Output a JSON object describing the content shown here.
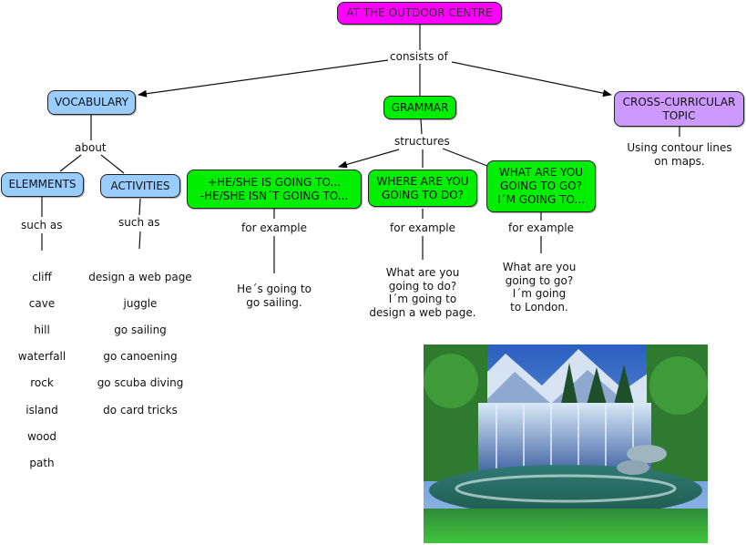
{
  "root": {
    "label": "AT THE OUTDOOR CENTRE",
    "color": "#ff00ff"
  },
  "linking_phrases": {
    "consists_of": "consists of",
    "about": "about",
    "structures": "structures",
    "such_as": "such as",
    "for_example": "for example"
  },
  "concepts": {
    "vocabulary": {
      "label": "VOCABULARY",
      "color": "#99ccff"
    },
    "grammar": {
      "label": "GRAMMAR",
      "color": "#00ee00"
    },
    "cross_curricular": {
      "label": "CROSS-CURRICULAR\nTOPIC",
      "color": "#cc99ff"
    },
    "elements": {
      "label": "ELEMMENTS",
      "color": "#99ccff"
    },
    "activities": {
      "label": "ACTIVITIES",
      "color": "#99ccff"
    },
    "going_to": {
      "label": "+HE/SHE IS GOING TO...\n-HE/SHE ISN´T GOING TO...",
      "color": "#00ee00"
    },
    "where_are_you": {
      "label": "WHERE ARE YOU\nGOING TO DO?",
      "color": "#00ee00"
    },
    "what_are_you": {
      "label": "WHAT ARE YOU\nGOING TO GO?\nI´M GOING TO...",
      "color": "#00ee00"
    }
  },
  "leaves": {
    "cross_curricular_text": "Using contour lines\non maps.",
    "elements_list": [
      "cliff",
      "cave",
      "hill",
      "waterfall",
      "rock",
      "island",
      "wood",
      "path"
    ],
    "activities_list": [
      "design a web page",
      "juggle",
      "go sailing",
      "go canoening",
      "go scuba diving",
      "do card tricks"
    ],
    "example_going_to": "He´s going to\ngo sailing.",
    "example_where": "What are you\ngoing to do?\nI´m going to\ndesign a web page.",
    "example_what": "What are you\ngoing to go?\nI´m going\nto London."
  },
  "image": {
    "description": "waterfall-landscape-photo"
  }
}
